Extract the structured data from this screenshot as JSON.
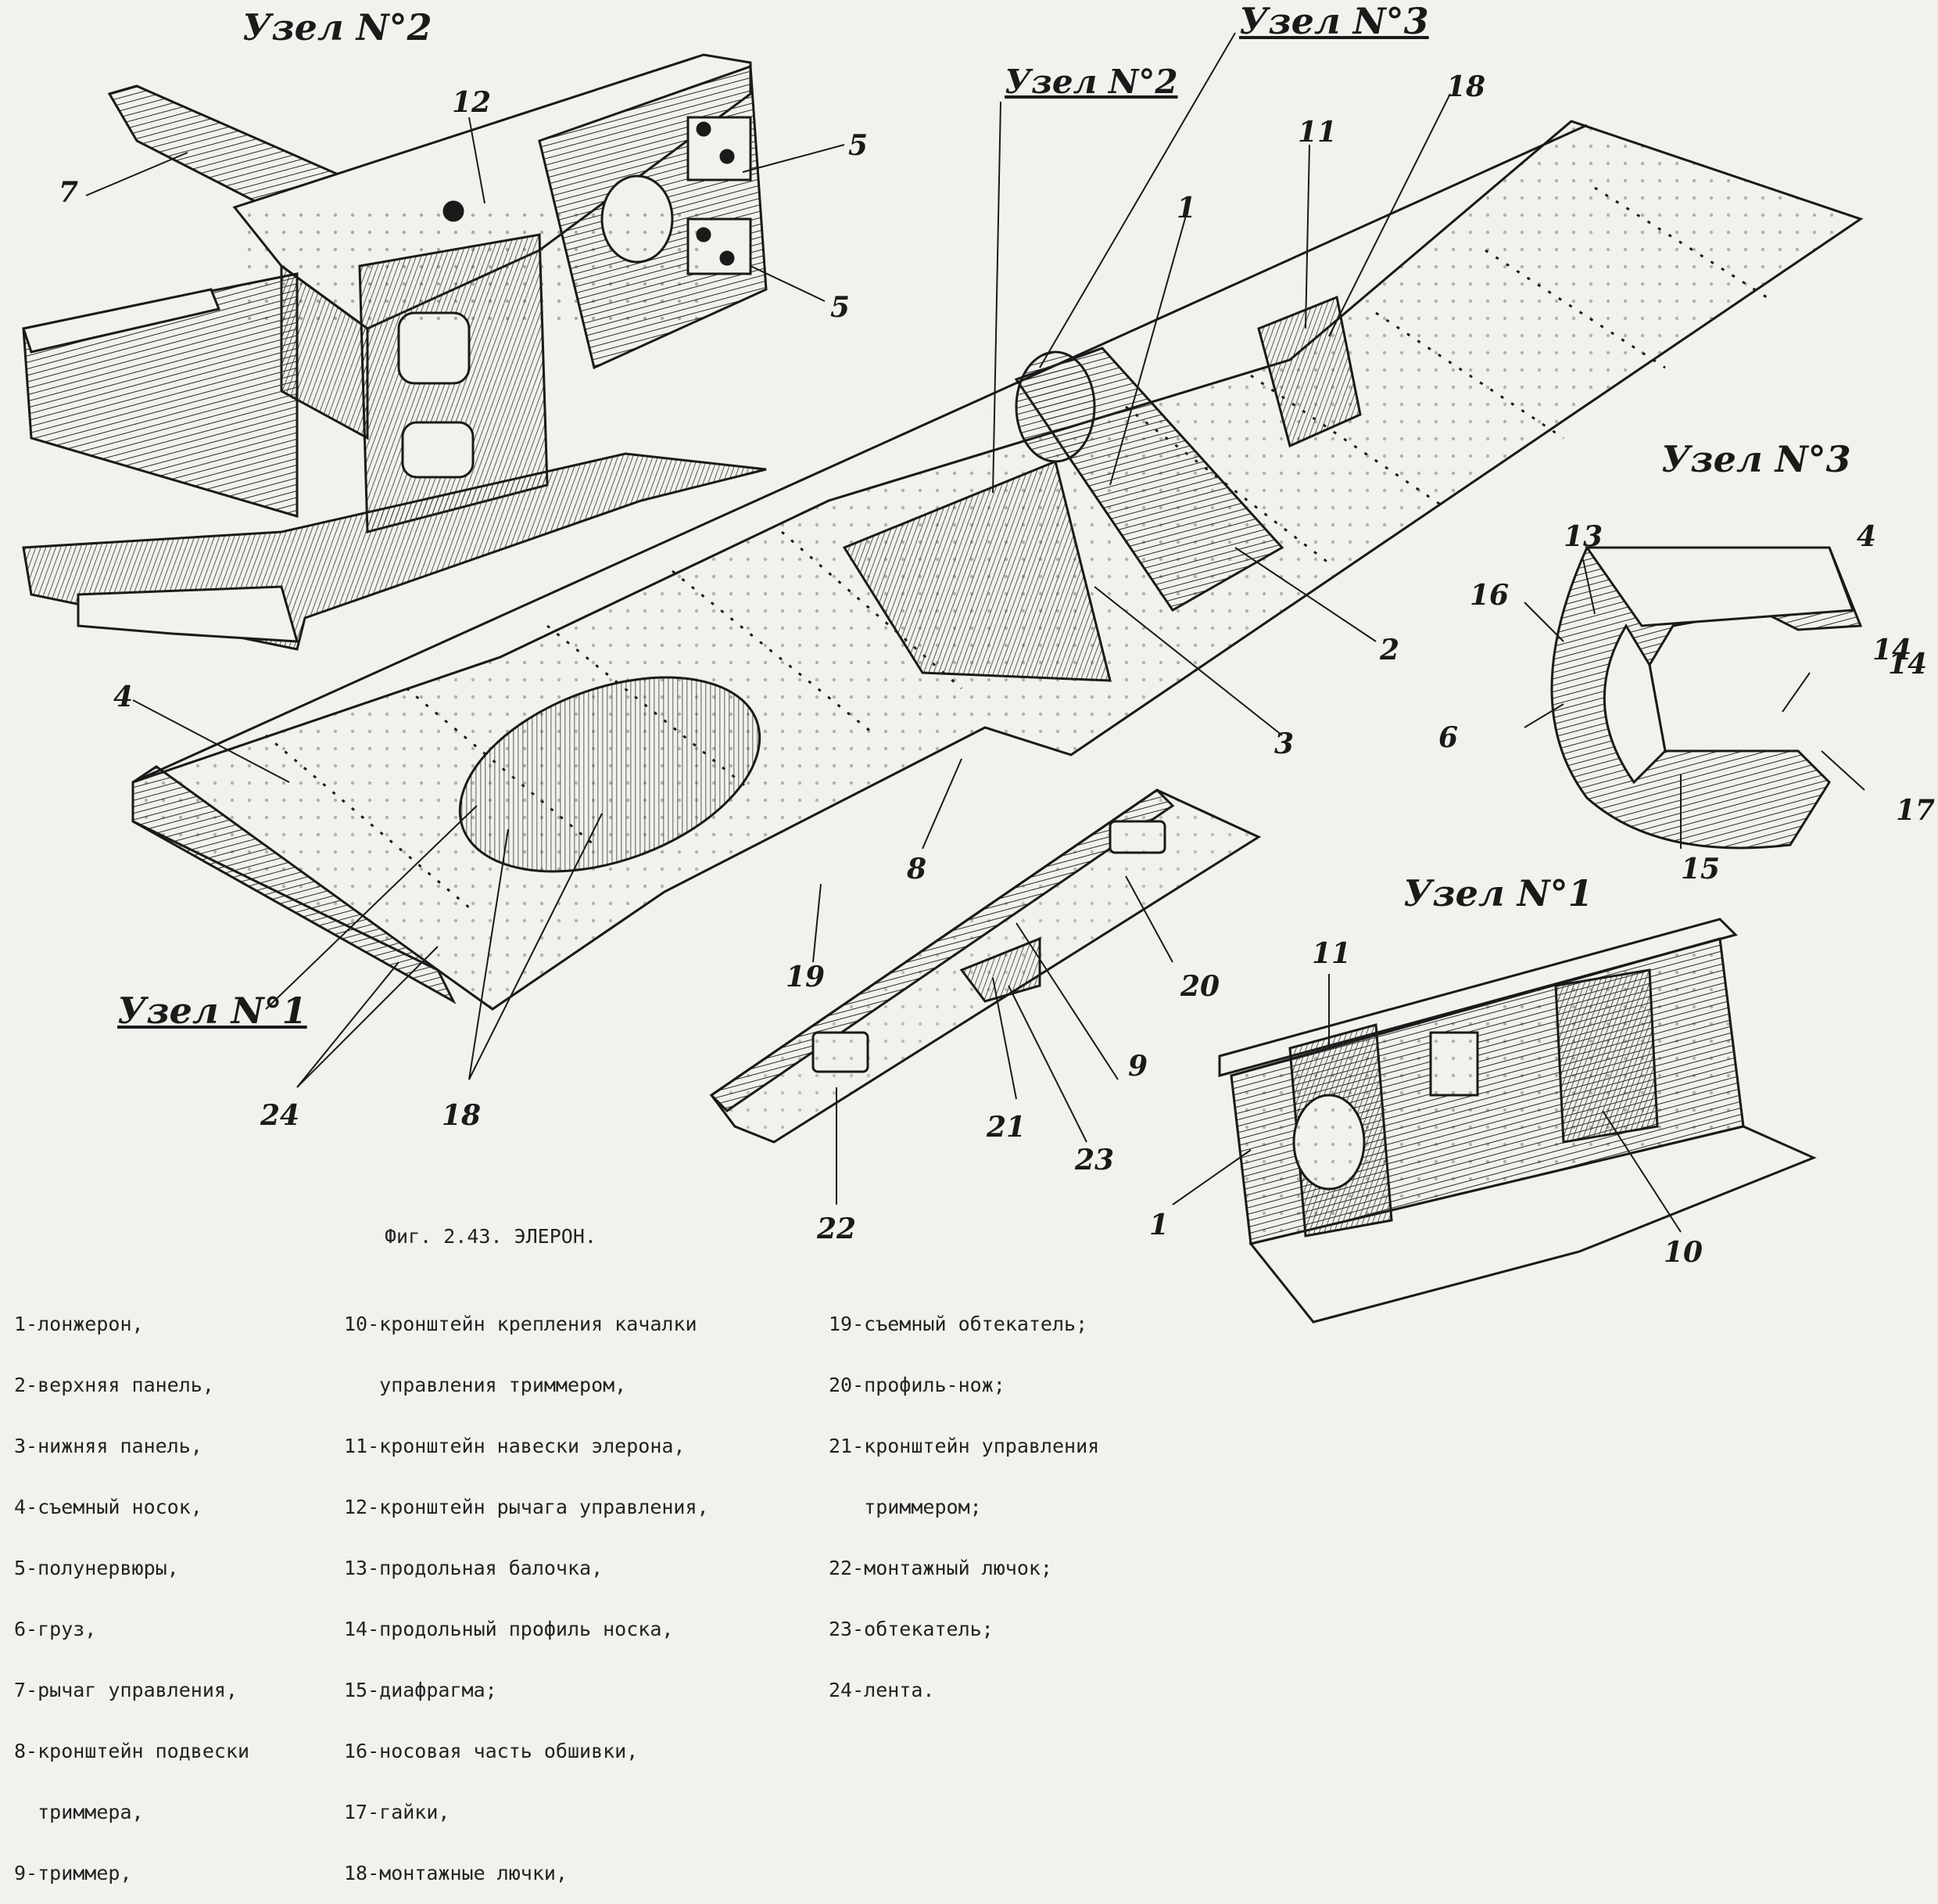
{
  "titles": {
    "node2_top_left": "Узел N°2",
    "node3_top": "Узел N°3",
    "node2_center": "Узел N°2",
    "node3_right": "Узел N°3",
    "node1_left": "Узел N°1",
    "node1_right": "Узел N°1"
  },
  "numbers": {
    "n12": "12",
    "n7": "7",
    "n5a": "5",
    "n5b": "5",
    "n11a": "11",
    "n18a": "18",
    "n1a": "1",
    "n4a": "4",
    "n2": "2",
    "n3": "3",
    "n8": "8",
    "n19": "19",
    "n24": "24",
    "n18b": "18",
    "n13": "13",
    "n4b": "4",
    "n16": "16",
    "n14a": "14",
    "n14b": "14",
    "n6": "6",
    "n17": "17",
    "n15": "15",
    "n20": "20",
    "n9": "9",
    "n21": "21",
    "n23": "23",
    "n22": "22",
    "n11b": "11",
    "n1b": "1",
    "n10": "10"
  },
  "caption": "Фиг. 2.43. ЭЛЕРОН.",
  "legend": {
    "col1": [
      "1-лонжерон,",
      "2-верхняя панель,",
      "3-нижняя панель,",
      "4-съемный носок,",
      "5-полунервюры,",
      "6-груз,",
      "7-рычаг управления,",
      "8-кронштейн подвески",
      "  триммера,",
      "9-триммер,"
    ],
    "col2": [
      "10-кронштейн крепления качалки",
      "   управления триммером,",
      "11-кронштейн навески элерона,",
      "12-кронштейн рычага управления,",
      "13-продольная балочка,",
      "14-продольный профиль носка,",
      "15-диафрагма;",
      "16-носовая часть обшивки,",
      "17-гайки,",
      "18-монтажные лючки,"
    ],
    "col3": [
      "19-съемный обтекатель;",
      "20-профиль-нож;",
      "21-кронштейн управления",
      "   триммером;",
      "22-монтажный лючок;",
      "23-обтекатель;",
      "24-лента."
    ]
  }
}
